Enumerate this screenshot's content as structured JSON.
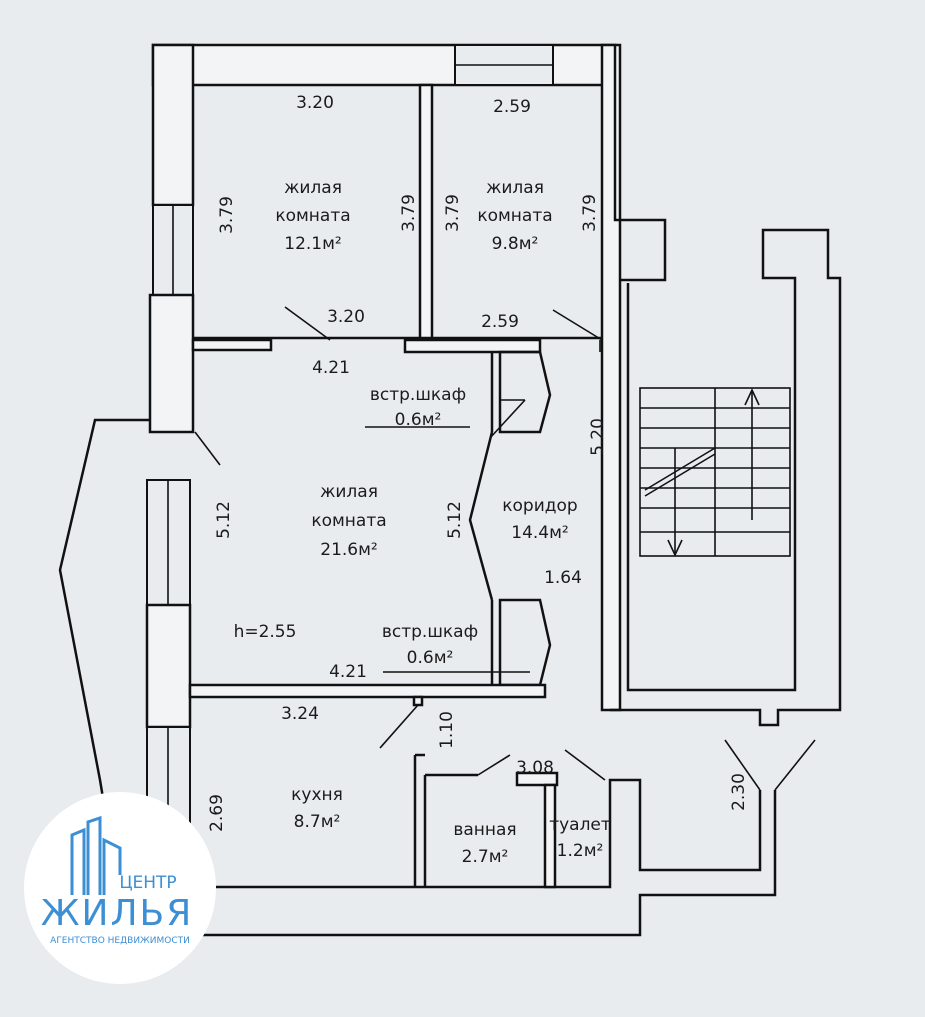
{
  "rooms": {
    "living_1": {
      "name_line1": "жилая",
      "name_line2": "комната",
      "area": "12.1м²"
    },
    "living_2": {
      "name_line1": "жилая",
      "name_line2": "комната",
      "area": "9.8м²"
    },
    "living_3": {
      "name_line1": "жилая",
      "name_line2": "комната",
      "area": "21.6м²"
    },
    "closet_1": {
      "name": "встр.шкаф",
      "area": "0.6м²"
    },
    "closet_2": {
      "name": "встр.шкаф",
      "area": "0.6м²"
    },
    "corridor": {
      "name": "коридор",
      "area": "14.4м²"
    },
    "kitchen": {
      "name": "кухня",
      "area": "8.7м²"
    },
    "bathroom": {
      "name": "ванная",
      "area": "2.7м²"
    },
    "toilet": {
      "name": "туалет",
      "area": "1.2м²"
    }
  },
  "dimensions": {
    "d1": "3.20",
    "d2": "2.59",
    "d3": "3.79",
    "d4": "3.79",
    "d5": "3.79",
    "d6": "3.79",
    "d7": "3.20",
    "d8": "2.59",
    "d9": "4.21",
    "d10": "5.20",
    "d11": "5.12",
    "d12": "5.12",
    "d13": "1.64",
    "d14": "4.21",
    "d15": "3.24",
    "d16": "1.10",
    "d17": "3.08",
    "d18": "2.69",
    "d19": "2.30"
  },
  "ceiling_height": "h=2.55",
  "logo": {
    "word1": "ЦЕНТР",
    "word2": "ЖИЛЬЯ",
    "tagline": "АГЕНТСТВО НЕДВИЖИМОСТИ"
  },
  "colors": {
    "paper": "#e9ecef",
    "wall_fill": "#f3f4f6",
    "ink": "#111111",
    "logo_blue": "#3c8fd4"
  }
}
